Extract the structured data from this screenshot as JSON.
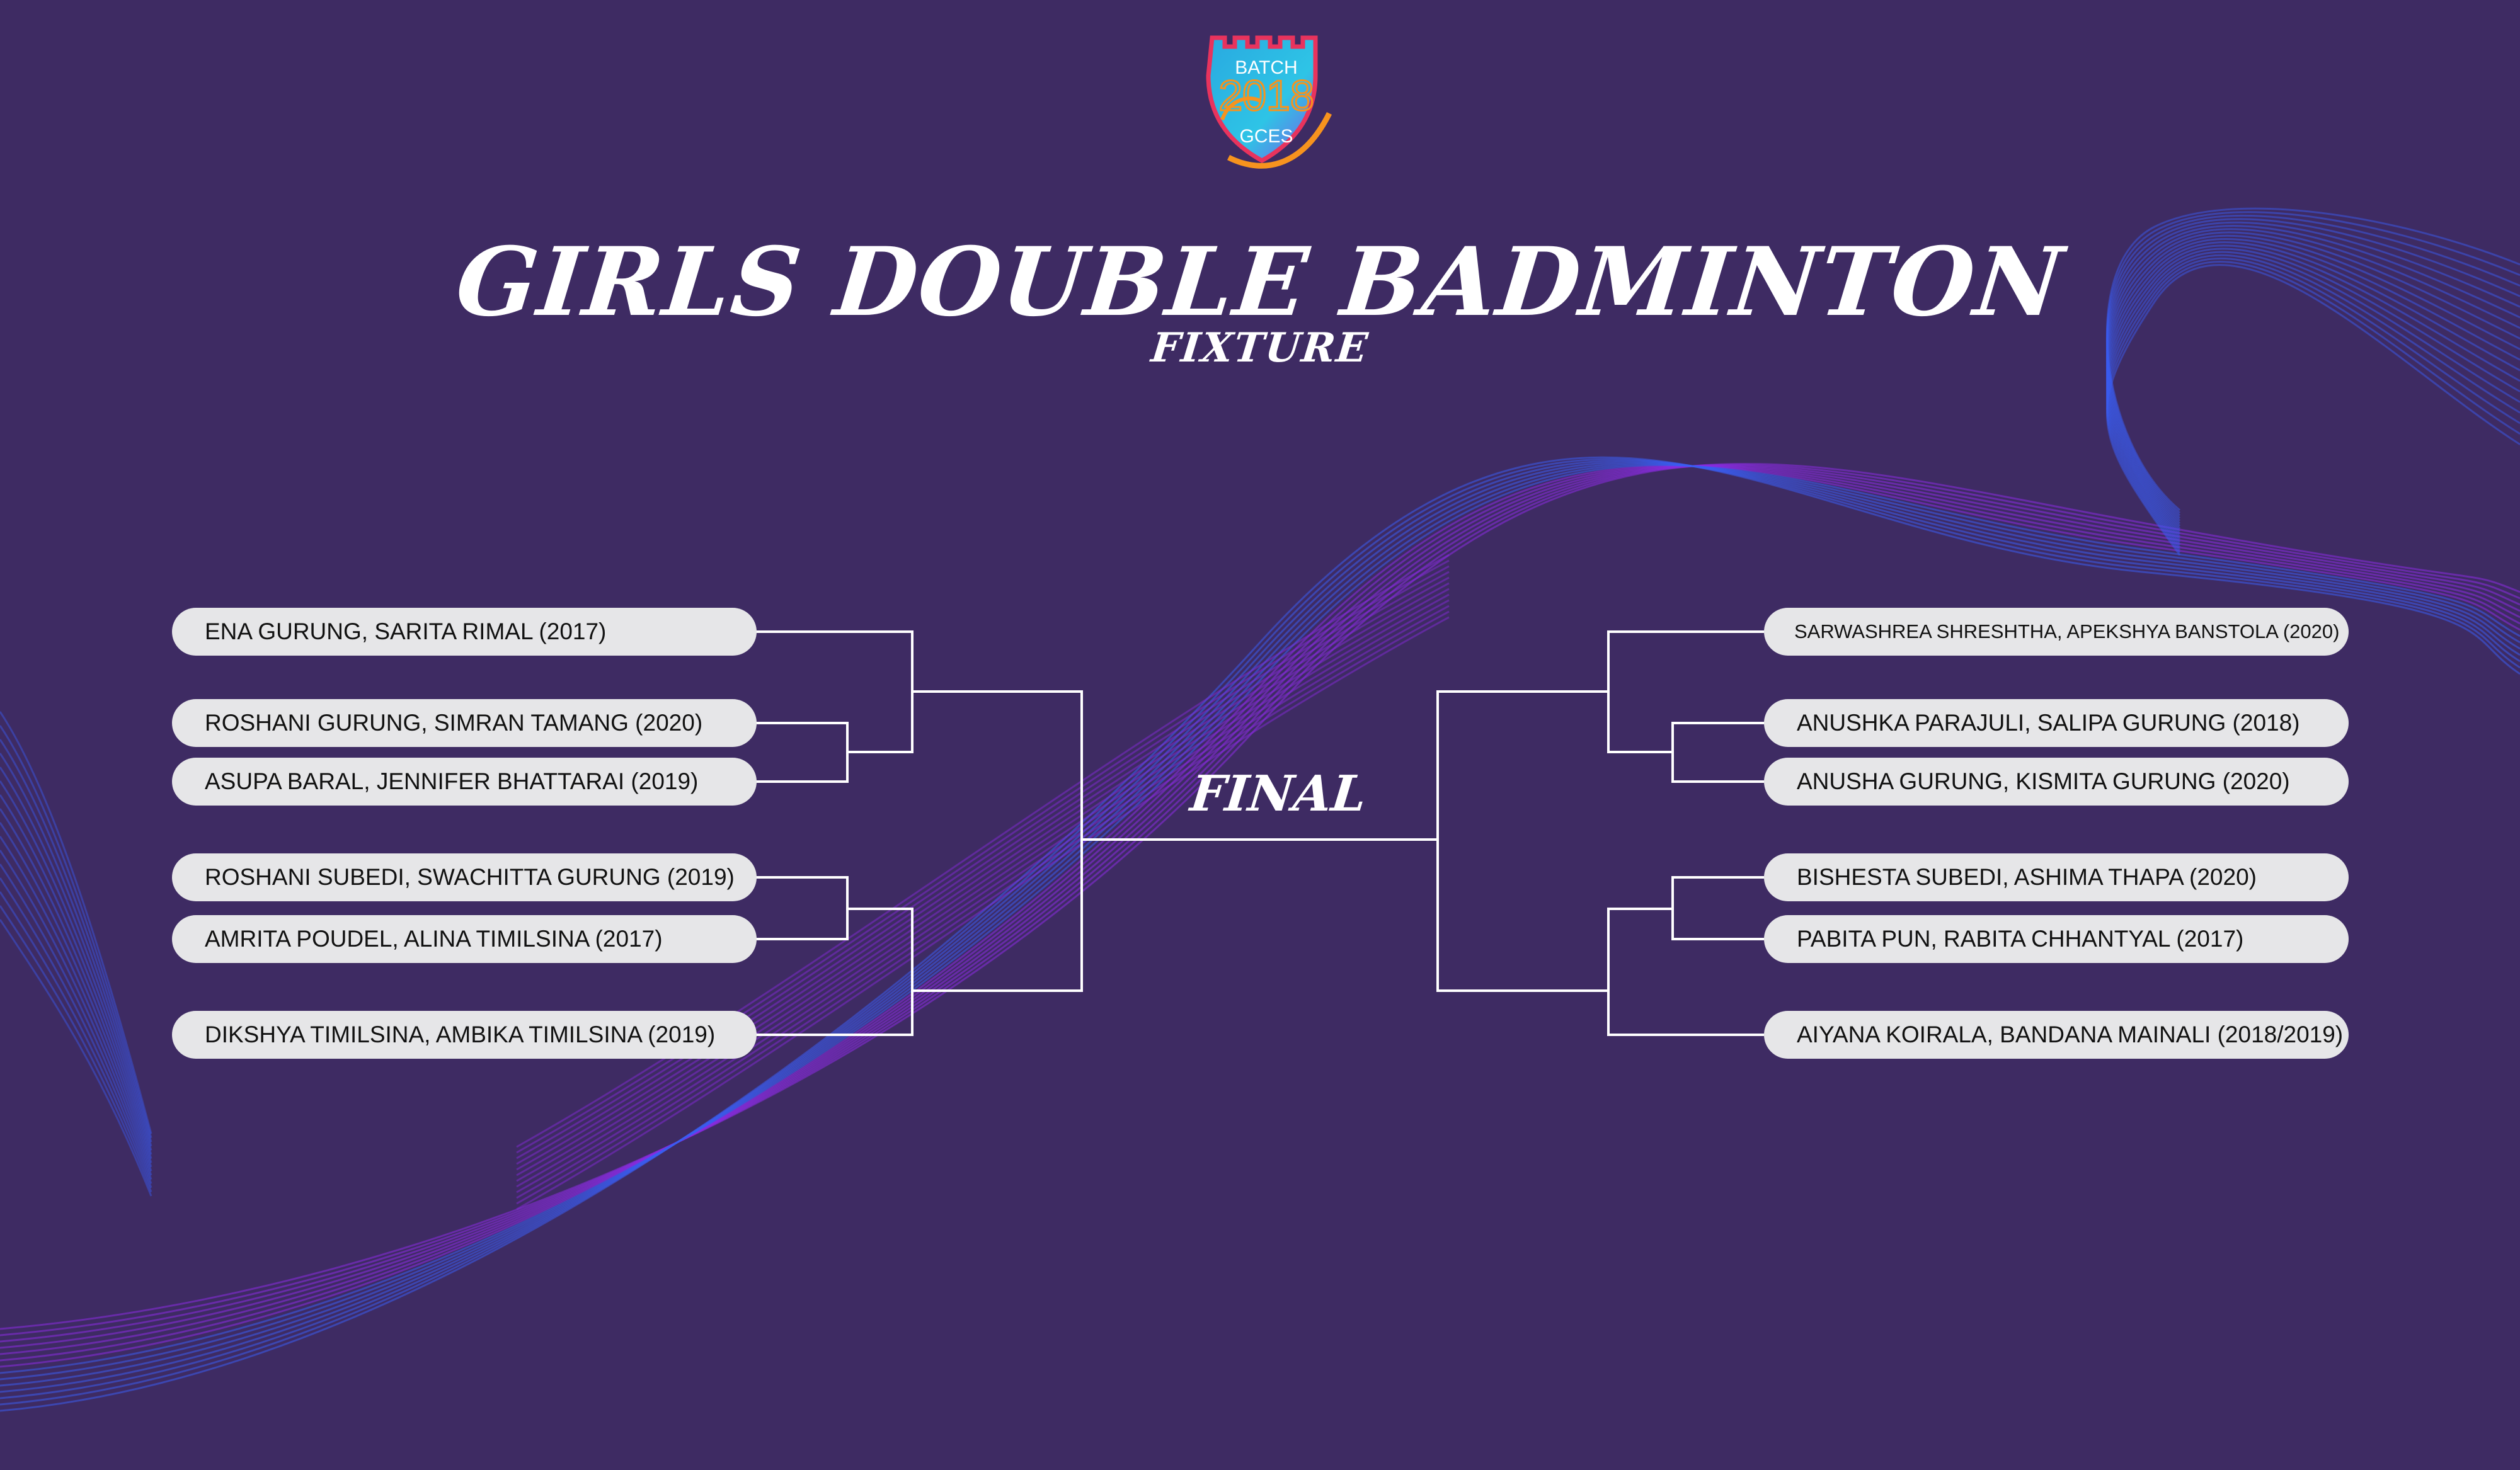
{
  "logo": {
    "text_top": "BATCH",
    "text_year": "2018",
    "text_bottom": "GCES",
    "colors": {
      "shield": "#29a9e0",
      "rim": "#e8335d",
      "accent": "#f7931e"
    }
  },
  "header": {
    "title": "GIRLS DOUBLE BADMINTON",
    "subtitle": "FIXTURE"
  },
  "bracket": {
    "final_label": "FINAL",
    "left": [
      "ENA GURUNG, SARITA RIMAL (2017)",
      "ROSHANI GURUNG, SIMRAN TAMANG (2020)",
      "ASUPA BARAL, JENNIFER BHATTARAI (2019)",
      "ROSHANI SUBEDI, SWACHITTA GURUNG (2019)",
      "AMRITA POUDEL, ALINA TIMILSINA (2017)",
      "DIKSHYA TIMILSINA, AMBIKA TIMILSINA (2019)"
    ],
    "right": [
      "SARWASHREA SHRESHTHA, APEKSHYA BANSTOLA (2020)",
      "ANUSHKA PARAJULI, SALIPA GURUNG (2018)",
      "ANUSHA GURUNG, KISMITA GURUNG (2020)",
      "BISHESTA SUBEDI, ASHIMA THAPA (2020)",
      "PABITA PUN, RABITA CHHANTYAL (2017)",
      "AIYANA KOIRALA, BANDANA MAINALI (2018/2019)"
    ]
  },
  "colors": {
    "background": "#3e2b63",
    "pill": "#e6e6e8",
    "lines": "#ffffff",
    "wave_purple": "#8a2be2",
    "wave_blue": "#3a5cf0"
  }
}
